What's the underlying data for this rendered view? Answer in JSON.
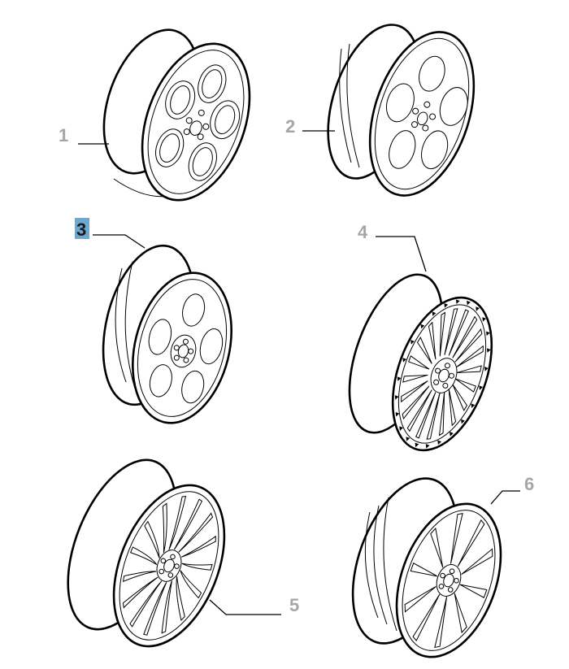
{
  "diagram": {
    "highlight_color": "#6fa8cf",
    "callout_color": "#a6a6a6",
    "callouts": [
      {
        "id": "1",
        "label": "1",
        "selected": false
      },
      {
        "id": "2",
        "label": "2",
        "selected": false
      },
      {
        "id": "3",
        "label": "3",
        "selected": true
      },
      {
        "id": "4",
        "label": "4",
        "selected": false
      },
      {
        "id": "5",
        "label": "5",
        "selected": false
      },
      {
        "id": "6",
        "label": "6",
        "selected": false
      }
    ]
  }
}
